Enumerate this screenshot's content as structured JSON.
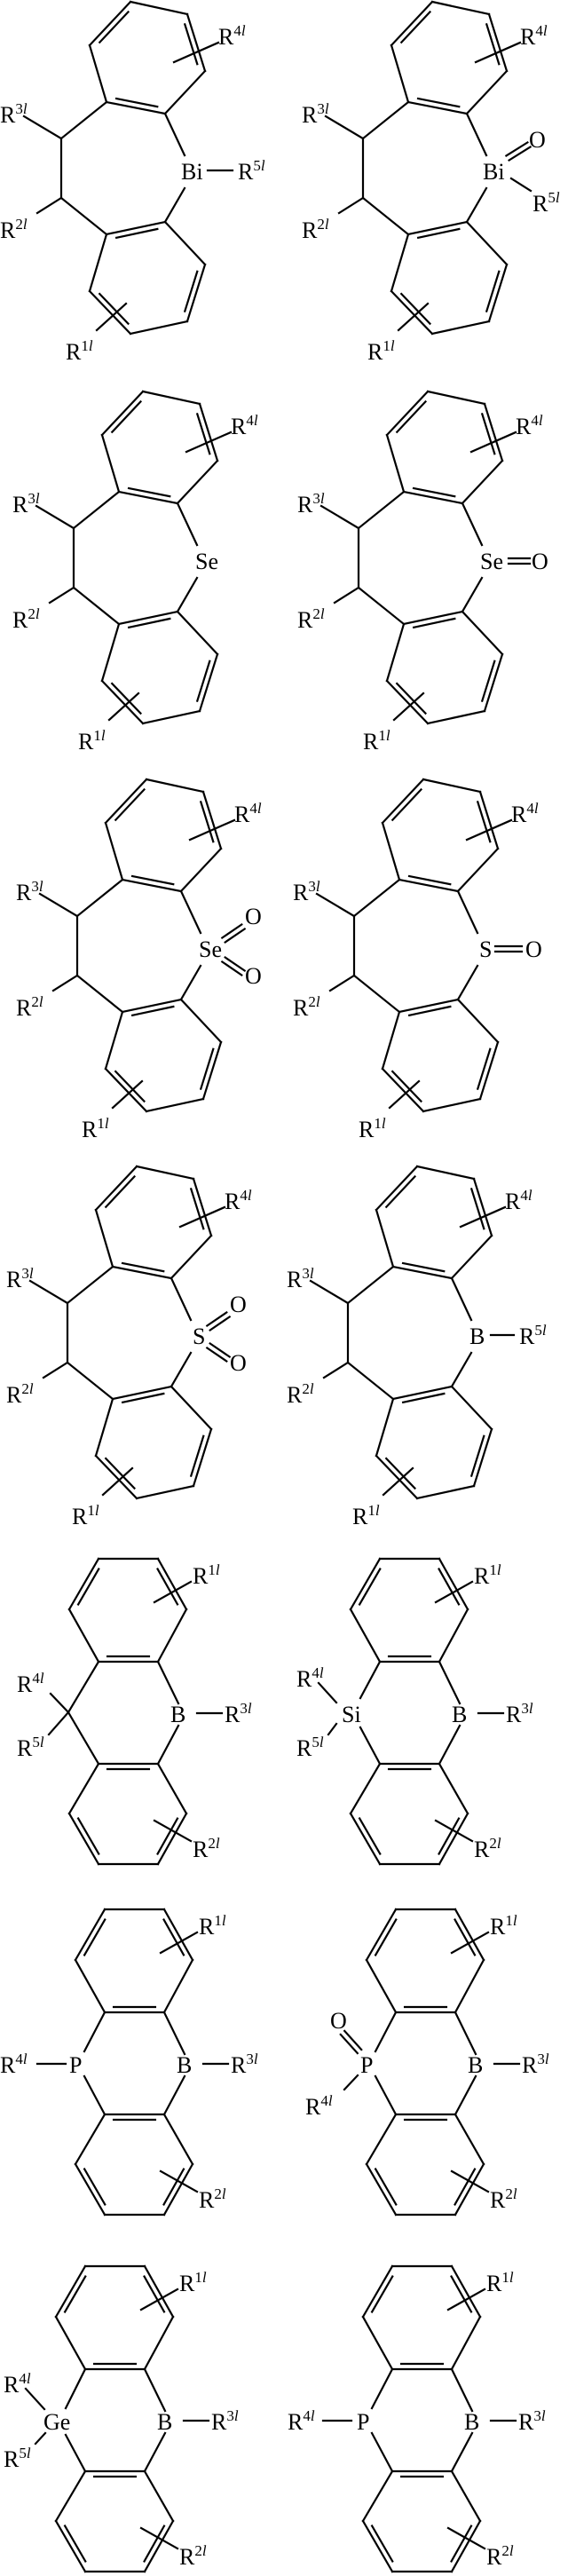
{
  "figure": {
    "description": "Chemical structure drawings, 7 rows x 2 columns (14 structures)",
    "colors": {
      "ink": "#000000",
      "background": "#ffffff"
    }
  },
  "structures": [
    {
      "id": 1,
      "row": 1,
      "col": 1,
      "core": "dihydrodibenzo-bismepine",
      "heteroatom": "Bi",
      "heteroatom_substituents": [
        "R5l"
      ],
      "oxo": 0,
      "labels": [
        "R4l",
        "R3l",
        "Bi",
        "R5l",
        "R2l",
        "R1l"
      ]
    },
    {
      "id": 2,
      "row": 1,
      "col": 2,
      "core": "dihydrodibenzo-bismepine oxide",
      "heteroatom": "Bi",
      "heteroatom_substituents": [
        "O",
        "R5l"
      ],
      "oxo": 1,
      "labels": [
        "R4l",
        "R3l",
        "O",
        "Bi",
        "R5l",
        "R2l",
        "R1l"
      ]
    },
    {
      "id": 3,
      "row": 2,
      "col": 1,
      "core": "dihydrodibenzo-selenepine",
      "heteroatom": "Se",
      "oxo": 0,
      "labels": [
        "R4l",
        "R3l",
        "Se",
        "R2l",
        "R1l"
      ]
    },
    {
      "id": 4,
      "row": 2,
      "col": 2,
      "core": "dihydrodibenzo-selenepine oxide",
      "heteroatom": "Se",
      "oxo": 1,
      "labels": [
        "R4l",
        "R3l",
        "Se",
        "O",
        "R2l",
        "R1l"
      ]
    },
    {
      "id": 5,
      "row": 3,
      "col": 1,
      "core": "dihydrodibenzo-selenepine dioxide",
      "heteroatom": "Se",
      "oxo": 2,
      "labels": [
        "R4l",
        "R3l",
        "Se",
        "O",
        "O",
        "R2l",
        "R1l"
      ]
    },
    {
      "id": 6,
      "row": 3,
      "col": 2,
      "core": "dihydrodibenzo-thiepine oxide",
      "heteroatom": "S",
      "oxo": 1,
      "labels": [
        "R4l",
        "R3l",
        "S",
        "O",
        "R2l",
        "R1l"
      ]
    },
    {
      "id": 7,
      "row": 4,
      "col": 1,
      "core": "dihydrodibenzo-thiepine dioxide",
      "heteroatom": "S",
      "oxo": 2,
      "labels": [
        "R4l",
        "R3l",
        "S",
        "O",
        "O",
        "R2l",
        "R1l"
      ]
    },
    {
      "id": 8,
      "row": 4,
      "col": 2,
      "core": "dihydrodibenzo-borepine",
      "heteroatom": "B",
      "heteroatom_substituents": [
        "R5l"
      ],
      "oxo": 0,
      "labels": [
        "R4l",
        "R3l",
        "B",
        "R5l",
        "R2l",
        "R1l"
      ]
    },
    {
      "id": 9,
      "row": 5,
      "col": 1,
      "core": "9,10-dihydro-9-bora-anthracene (C-bridged)",
      "bridge": "C",
      "bridge_substituents": [
        "R4l",
        "R5l"
      ],
      "labels": [
        "R1l",
        "R4l",
        "B",
        "R3l",
        "R5l",
        "R2l"
      ]
    },
    {
      "id": 10,
      "row": 5,
      "col": 2,
      "core": "sila-bora-anthracene",
      "bridge": "Si",
      "bridge_substituents": [
        "R4l",
        "R5l"
      ],
      "labels": [
        "R1l",
        "R4l",
        "Si",
        "B",
        "R3l",
        "R5l",
        "R2l"
      ]
    },
    {
      "id": 11,
      "row": 6,
      "col": 1,
      "core": "phospha-bora-anthracene",
      "bridge": "P",
      "bridge_substituents": [
        "R4l"
      ],
      "labels": [
        "R1l",
        "R4l",
        "P",
        "B",
        "R3l",
        "R2l"
      ]
    },
    {
      "id": 12,
      "row": 6,
      "col": 2,
      "core": "phospha-bora-anthracene P-oxide",
      "bridge": "P",
      "bridge_substituents": [
        "O",
        "R4l"
      ],
      "labels": [
        "R1l",
        "O",
        "P",
        "B",
        "R3l",
        "R4l",
        "R2l"
      ]
    },
    {
      "id": 13,
      "row": 7,
      "col": 1,
      "core": "germa-bora-anthracene",
      "bridge": "Ge",
      "bridge_substituents": [
        "R4l",
        "R5l"
      ],
      "labels": [
        "R1l",
        "R4l",
        "Ge",
        "B",
        "R3l",
        "R5l",
        "R2l"
      ]
    },
    {
      "id": 14,
      "row": 7,
      "col": 2,
      "core": "phospha-bora-anthracene",
      "bridge": "P",
      "bridge_substituents": [
        "R4l"
      ],
      "labels": [
        "R1l",
        "R4l",
        "P",
        "B",
        "R3l",
        "R2l"
      ]
    }
  ],
  "text": {
    "R": "R",
    "sup1": "1l",
    "sup2": "2l",
    "sup3": "3l",
    "sup4": "4l",
    "sup5": "5l",
    "Bi": "Bi",
    "Se": "Se",
    "S": "S",
    "B": "B",
    "Si": "Si",
    "P": "P",
    "Ge": "Ge",
    "O": "O"
  }
}
